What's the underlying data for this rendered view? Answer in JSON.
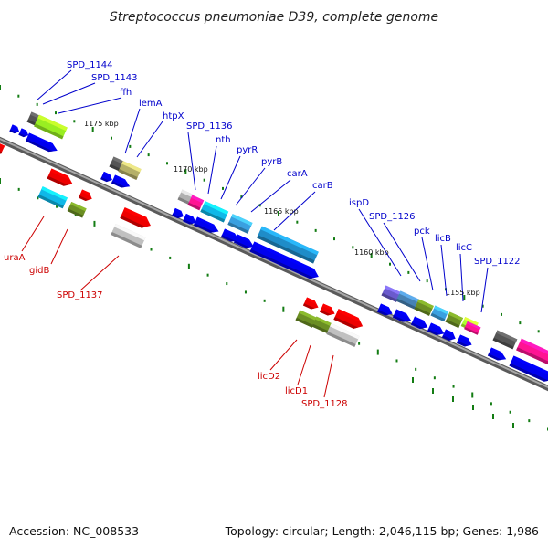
{
  "title": "Streptococcus pneumoniae D39, complete genome",
  "footer": {
    "accession": "Accession: NC_008533",
    "summary": "Topology: circular; Length: 2,046,115 bp; Genes: 1,986"
  },
  "kbp_labels": [
    "1175 kbp",
    "1170 kbp",
    "1165 kbp",
    "1160 kbp",
    "1155 kbp"
  ],
  "gene_labels": {
    "top": [
      "SPD_1144",
      "SPD_1143",
      "ffh",
      "lemA",
      "htpX",
      "SPD_1136",
      "nth",
      "pyrR",
      "pyrB",
      "carA",
      "carB",
      "ispD",
      "SPD_1126",
      "pck",
      "licB",
      "licC",
      "SPD_1122"
    ],
    "bottom": [
      "uraA",
      "gidB",
      "SPD_1137",
      "licD2",
      "licD1",
      "SPD_1128"
    ]
  },
  "colors": {
    "plus_strand": "#0000ee",
    "minus_strand": "#ee0000",
    "backbone": "#808080",
    "tick": "#137c13",
    "top_label": "#0000cc",
    "bottom_label": "#cc0000"
  }
}
